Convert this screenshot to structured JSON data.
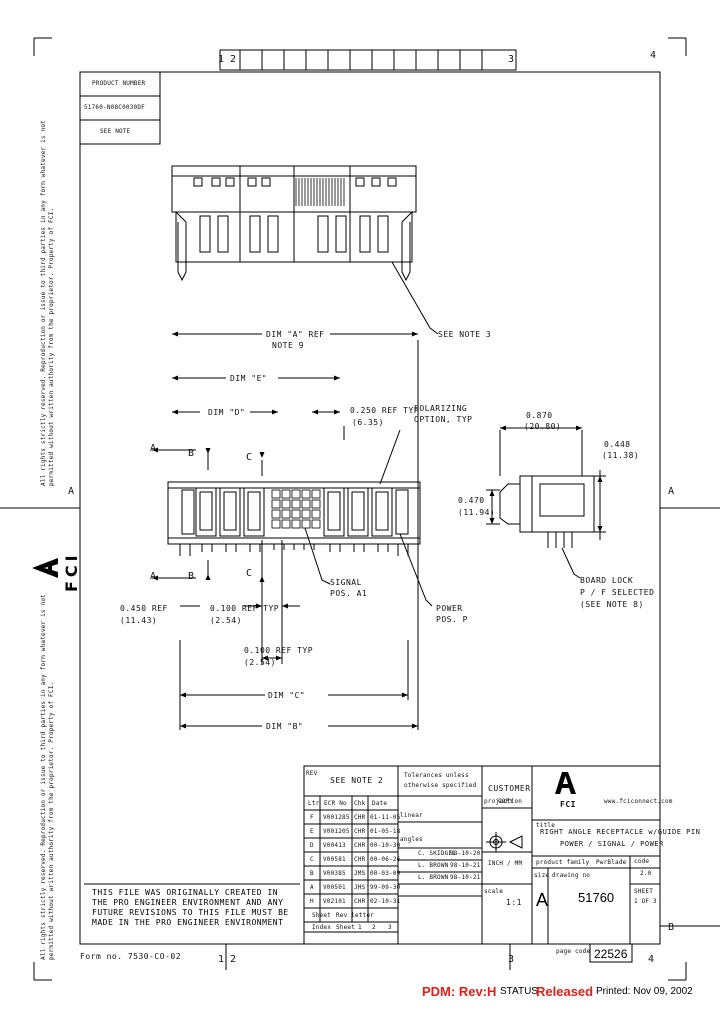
{
  "zones": {
    "top": [
      "1",
      "2",
      "3",
      "4"
    ],
    "bottom": [
      "1",
      "2",
      "3",
      "4"
    ],
    "side": [
      "A",
      "A",
      "B"
    ]
  },
  "product_block": {
    "header": "PRODUCT NUMBER",
    "number": "51760-N08C0030DF",
    "note": "SEE NOTE"
  },
  "dims": {
    "dim_a": "DIM \"A\" REF",
    "dim_a_note": "NOTE 9",
    "dim_e": "DIM \"E\"",
    "dim_d": "DIM \"D\"",
    "ref_250": "0.250 REF TYP",
    "ref_250_mm": "(6.35)",
    "polarizing": "POLARIZING",
    "polarizing2": "OPTION, TYP",
    "dim_870": "0.870",
    "dim_870_mm": "(20.80)",
    "dim_448": "0.448",
    "dim_448_mm": "(11.38)",
    "dim_470": "0.470",
    "dim_470_mm": "(11.94)",
    "dim_450": "0.450 REF",
    "dim_450_mm": "(11.43)",
    "dim_100": "0.100 REF TYP",
    "dim_100_mm": "(2.54)",
    "dim_100b": "0.100 REF TYP",
    "dim_100b_mm": "(2.54)",
    "dim_c": "DIM \"C\"",
    "dim_b": "DIM \"B\"",
    "see_note_3": "SEE NOTE 3",
    "signal_1": "SIGNAL",
    "signal_2": "POS. A1",
    "power_1": "POWER",
    "power_2": "POS. P",
    "board_1": "BOARD LOCK",
    "board_2": "P / F SELECTED",
    "board_3": "(SEE NOTE 8)",
    "sec_a": "A",
    "sec_b": "B",
    "sec_c": "C"
  },
  "left_notes": {
    "top": "All rights strictly reserved. Reproduction or issue to third parties in any form whatever is not permitted without written authority from the proprietor. Property of FCI.",
    "bottom": "All rights strictly reserved. Reproduction or issue to third parties in any form whatever is not permitted without written authority from the proprietor. Property of FCI.",
    "logo": "FCI"
  },
  "revision": {
    "header": "REV",
    "rev_label": "SEE NOTE 2",
    "cols": [
      "Ltr",
      "ECR No",
      "Chk",
      "Date"
    ],
    "rows": [
      [
        "F",
        "V001285",
        "CHR",
        "01-11-05"
      ],
      [
        "E",
        "V001205",
        "CHR",
        "01-05-18"
      ],
      [
        "D",
        "V00413",
        "CHR",
        "00-10-30"
      ],
      [
        "C",
        "V00581",
        "CHR",
        "00-06-26"
      ],
      [
        "B",
        "V00385",
        "JMS",
        "00-03-09"
      ],
      [
        "A",
        "V00501",
        "JHS",
        "99-09-30"
      ],
      [
        "H",
        "V02101",
        "CHR",
        "02-10-31"
      ]
    ],
    "sheet_label": "Sheet",
    "rev_word": "Rev letter",
    "index_label": "Index",
    "sheet2": "Sheet",
    "n1": "1",
    "n2": "2",
    "n3": "3"
  },
  "tolerance": {
    "line1": "Tolerances unless",
    "line2": "otherwise specified",
    "linear": "linear",
    "angular": "angles",
    "proj": "projection",
    "drawn": "C. SKIDGEL",
    "checked": "L. BROWN",
    "app": "L. BROWN",
    "d1": "98-10-20",
    "d2": "98-10-21",
    "d3": "98-10-21",
    "units": "INCH / MM",
    "scale_label": "scale",
    "scale": "1:1"
  },
  "customer": {
    "label": "CUSTOMER",
    "sub": "COPY"
  },
  "title_block": {
    "logo_letter": "A",
    "logo_name": "FCI",
    "website": "www.fciconnect.com",
    "title_label": "title",
    "title1": "RIGHT ANGLE RECEPTACLE w/GUIDE PIN",
    "title2": "POWER / SIGNAL / POWER",
    "product_family": "product family",
    "pwr_blade": "PwrBlade",
    "code_label": "code",
    "code": "2.0",
    "size_label": "size",
    "size": "A",
    "drawing_label": "drawing no",
    "drawing": "51760",
    "sheet_label": "SHEET",
    "sheet": "1 OF 3",
    "page_code_label": "page code",
    "page_code": "22526"
  },
  "cad_note": "THIS FILE WAS ORIGINALLY CREATED IN THE PRO ENGINEER ENVIRONMENT AND ANY FUTURE REVISIONS TO THIS FILE MUST BE MADE IN THE PRO ENGINEER ENVIRONMENT",
  "form_no": "Form no. 7530-CO-02",
  "footer": {
    "pdm": "PDM: Rev:H",
    "status_label": "STATUS",
    "status": "Released",
    "printed": "Printed: Nov 09, 2002"
  }
}
